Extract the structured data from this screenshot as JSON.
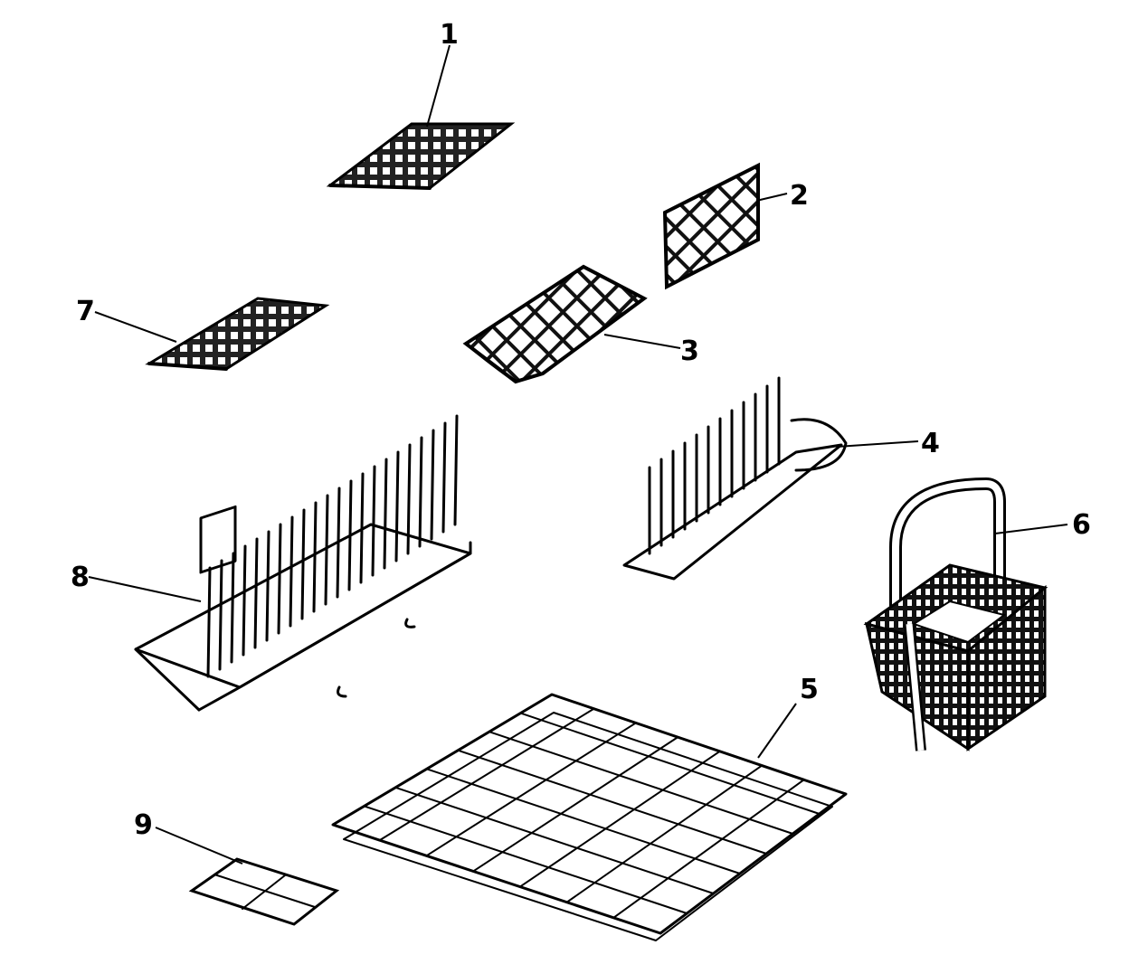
{
  "parts": [
    {
      "id": "part-1",
      "number": "1"
    },
    {
      "id": "part-2",
      "number": "2"
    },
    {
      "id": "part-3",
      "number": "3"
    },
    {
      "id": "part-4",
      "number": "4"
    },
    {
      "id": "part-5",
      "number": "5"
    },
    {
      "id": "part-6",
      "number": "6"
    },
    {
      "id": "part-7",
      "number": "7"
    },
    {
      "id": "part-8",
      "number": "8"
    },
    {
      "id": "part-9",
      "number": "9"
    }
  ]
}
